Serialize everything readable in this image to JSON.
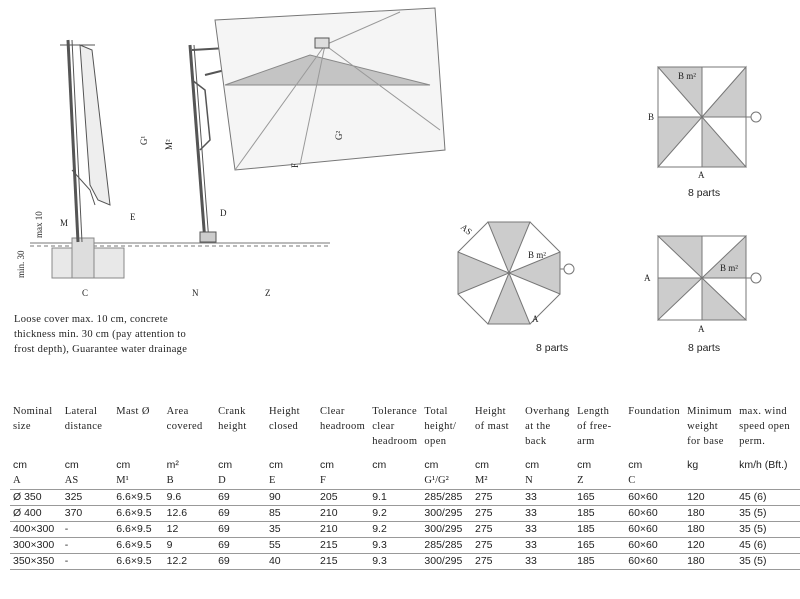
{
  "diagram_labels": {
    "c": "C",
    "n": "N",
    "z": "Z",
    "m": "M",
    "e": "E",
    "d": "D",
    "f": "F",
    "g1": "G¹",
    "g2": "G²",
    "m2": "M²",
    "max10": "max 10",
    "min30": "min. 30",
    "as": "AS",
    "a": "A",
    "b": "B",
    "bm2": "B m²"
  },
  "note": "Loose cover max. 10 cm, concrete thickness min. 30 cm (pay attention to frost depth), Guarantee water drainage",
  "parts": {
    "octagon": "8 parts",
    "square_top": "8 parts",
    "square_bottom": "8 parts"
  },
  "table": {
    "headers": [
      "Nominal size",
      "Lateral distance",
      "Mast Ø",
      "Area covered",
      "Crank height",
      "Height closed",
      "Clear headroom",
      "Tolerance clear headroom",
      "Total height/ open",
      "Height of mast",
      "Overhang at the back",
      "Length of free-arm",
      "Foundation",
      "Minimum weight for base",
      "max. wind speed open perm."
    ],
    "units": [
      "cm",
      "cm",
      "cm",
      "m²",
      "cm",
      "cm",
      "cm",
      "cm",
      "cm",
      "cm",
      "cm",
      "cm",
      "cm",
      "kg",
      "km/h (Bft.)"
    ],
    "symbols": [
      "A",
      "AS",
      "M¹",
      "B",
      "D",
      "E",
      "F",
      "",
      "G¹/G²",
      "M²",
      "N",
      "Z",
      "C",
      "",
      ""
    ],
    "rows": [
      [
        "Ø 350",
        "325",
        "6.6×9.5",
        "9.6",
        "69",
        "90",
        "205",
        "9.1",
        "285/285",
        "275",
        "33",
        "165",
        "60×60",
        "120",
        "45 (6)"
      ],
      [
        "Ø 400",
        "370",
        "6.6×9.5",
        "12.6",
        "69",
        "85",
        "210",
        "9.2",
        "300/295",
        "275",
        "33",
        "185",
        "60×60",
        "180",
        "35 (5)"
      ],
      [
        "400×300",
        "-",
        "6.6×9.5",
        "12",
        "69",
        "35",
        "210",
        "9.2",
        "300/295",
        "275",
        "33",
        "185",
        "60×60",
        "180",
        "35 (5)"
      ],
      [
        "300×300",
        "-",
        "6.6×9.5",
        "9",
        "69",
        "55",
        "215",
        "9.3",
        "285/285",
        "275",
        "33",
        "165",
        "60×60",
        "120",
        "45 (6)"
      ],
      [
        "350×350",
        "-",
        "6.6×9.5",
        "12.2",
        "69",
        "40",
        "215",
        "9.3",
        "300/295",
        "275",
        "33",
        "185",
        "60×60",
        "180",
        "35 (5)"
      ]
    ]
  }
}
